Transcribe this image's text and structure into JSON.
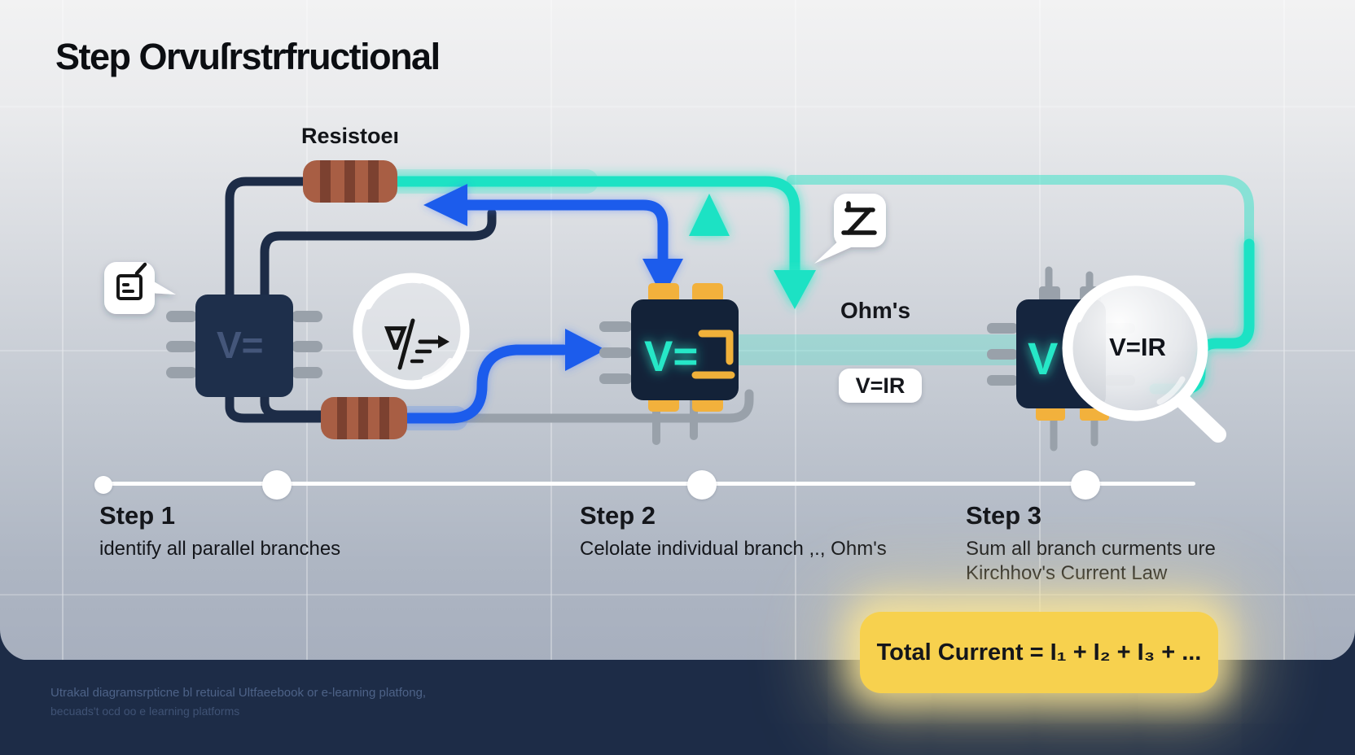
{
  "title": "Step Orvuſrstrfructional",
  "circuit": {
    "resistor_label": "Resistoeı",
    "chip1_label": "V=",
    "chip2_label": "V=",
    "chip3_label": "V",
    "lens_glyph": "∇",
    "ohms_label": "Ohm's",
    "ohms_badge": "V=IR",
    "magnifier_text": "V=IR"
  },
  "timeline": {
    "steps": [
      {
        "title": "Step 1",
        "lines": [
          "identify all parallel branches"
        ]
      },
      {
        "title": "Step 2",
        "lines": [
          "Celolate individual branch ,., Ohm's"
        ]
      },
      {
        "title": "Step 3",
        "lines": [
          "Sum all branch curments ure",
          "Kirchhov's Current Law"
        ]
      }
    ]
  },
  "formula_box": {
    "text": "Total Current = I₁ + I₂ + I₃ + ..."
  },
  "footer": {
    "lines": [
      "Utrakal diagramsrpticne  bl retuical Ultfaeebook or e-learning platfong,",
      "becuads't ocd oo e learning platforms"
    ]
  },
  "colors": {
    "teal": "#1ee2c4",
    "blue": "#1a5cec",
    "navy_wire": "#1d2c47",
    "chip_dark": "#132238",
    "resistor_body": "#a85e44",
    "resistor_stripe": "#7c4130",
    "pin_gray": "#99a1aa",
    "pin_yellow": "#f2b13c",
    "formula_yellow": "#f7d14e",
    "footer_navy": "#1d2c47"
  }
}
